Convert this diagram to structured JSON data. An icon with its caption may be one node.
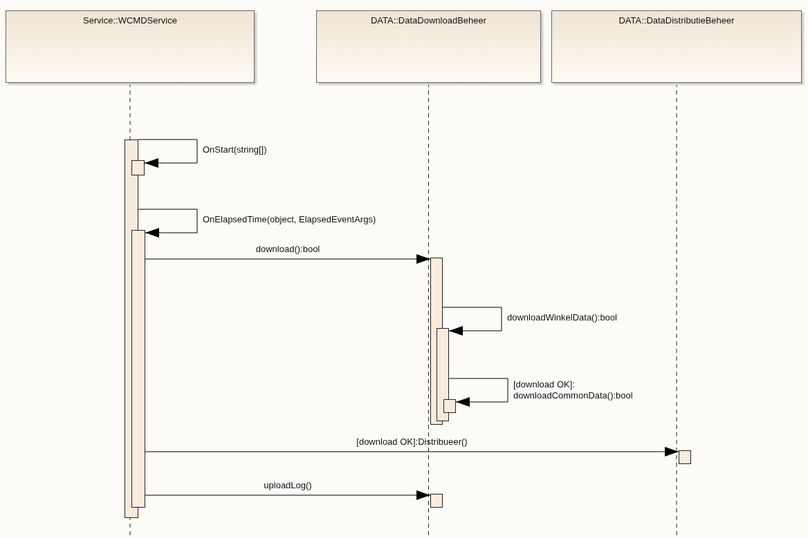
{
  "diagram": {
    "nodes": [
      {
        "text": [
          "Service::WCMDService"
        ]
      },
      {
        "text": [
          "DATA::DataDownloadBeheer"
        ]
      },
      {
        "text": [
          "DATA::DataDistributieBeheer"
        ]
      },
      {
        "text": [],
        "shape": "bar"
      },
      {
        "text": [],
        "shape": "bar"
      },
      {
        "text": [],
        "shape": "bar"
      },
      {
        "text": [],
        "shape": "bar"
      },
      {
        "text": [],
        "shape": "bar"
      },
      {
        "text": [],
        "shape": "bar"
      },
      {
        "text": [],
        "shape": "bar"
      },
      {
        "text": [],
        "shape": "bar"
      }
    ],
    "edges": [
      {
        "from": 3,
        "to": 4,
        "arrow": "to",
        "label": "OnStart(string[])"
      },
      {
        "from": 3,
        "to": 5,
        "arrow": "to",
        "label": "OnElapsedTime(object, ElapsedEventArgs)"
      },
      {
        "from": 5,
        "to": 6,
        "arrow": "to",
        "label": "download():bool"
      },
      {
        "from": 6,
        "to": 7,
        "arrow": "to",
        "label": "downloadWinkelData():bool"
      },
      {
        "from": 7,
        "to": 8,
        "arrow": "to",
        "label": "[download OK]: downloadCommonData():bool"
      },
      {
        "from": 5,
        "to": 9,
        "arrow": "to",
        "label": "[download OK]:Distribueer()"
      },
      {
        "from": 5,
        "to": 10,
        "arrow": "to",
        "label": "uploadLog()"
      }
    ]
  }
}
